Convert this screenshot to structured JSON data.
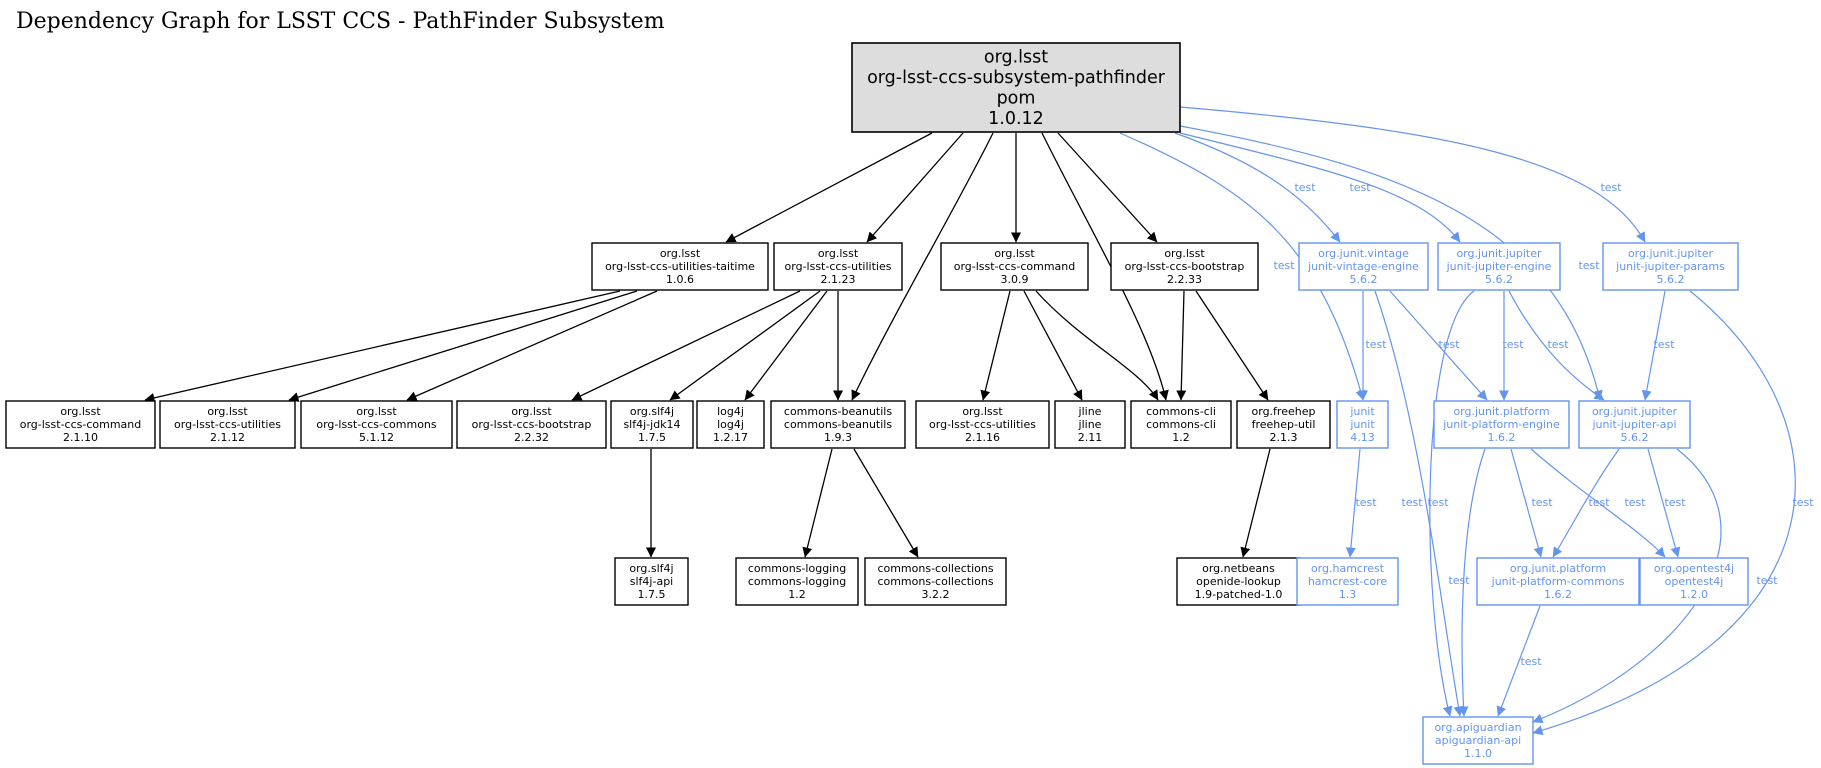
{
  "title": "Dependency Graph for LSST CCS - PathFinder Subsystem",
  "colors": {
    "compile": "#000000",
    "test": "#6495ed",
    "root_fill": "#dddddd",
    "node_fill": "#ffffff"
  },
  "nodes": [
    {
      "id": "root",
      "kind": "root",
      "lines": [
        "org.lsst",
        "org-lsst-ccs-subsystem-pathfinder",
        "pom",
        "1.0.12"
      ]
    },
    {
      "id": "taitime",
      "kind": "compile",
      "lines": [
        "org.lsst",
        "org-lsst-ccs-utilities-taitime",
        "1.0.6"
      ]
    },
    {
      "id": "util2123",
      "kind": "compile",
      "lines": [
        "org.lsst",
        "org-lsst-ccs-utilities",
        "2.1.23"
      ]
    },
    {
      "id": "command309",
      "kind": "compile",
      "lines": [
        "org.lsst",
        "org-lsst-ccs-command",
        "3.0.9"
      ]
    },
    {
      "id": "bootstrap2233",
      "kind": "compile",
      "lines": [
        "org.lsst",
        "org-lsst-ccs-bootstrap",
        "2.2.33"
      ]
    },
    {
      "id": "vintage",
      "kind": "test",
      "lines": [
        "org.junit.vintage",
        "junit-vintage-engine",
        "5.6.2"
      ]
    },
    {
      "id": "jupengine",
      "kind": "test",
      "lines": [
        "org.junit.jupiter",
        "junit-jupiter-engine",
        "5.6.2"
      ]
    },
    {
      "id": "jupparams",
      "kind": "test",
      "lines": [
        "org.junit.jupiter",
        "junit-jupiter-params",
        "5.6.2"
      ]
    },
    {
      "id": "command2110",
      "kind": "compile",
      "lines": [
        "org.lsst",
        "org-lsst-ccs-command",
        "2.1.10"
      ]
    },
    {
      "id": "util2112",
      "kind": "compile",
      "lines": [
        "org.lsst",
        "org-lsst-ccs-utilities",
        "2.1.12"
      ]
    },
    {
      "id": "commons5112",
      "kind": "compile",
      "lines": [
        "org.lsst",
        "org-lsst-ccs-commons",
        "5.1.12"
      ]
    },
    {
      "id": "bootstrap2232",
      "kind": "compile",
      "lines": [
        "org.lsst",
        "org-lsst-ccs-bootstrap",
        "2.2.32"
      ]
    },
    {
      "id": "slf4jjdk14",
      "kind": "compile",
      "lines": [
        "org.slf4j",
        "slf4j-jdk14",
        "1.7.5"
      ]
    },
    {
      "id": "log4j",
      "kind": "compile",
      "lines": [
        "log4j",
        "log4j",
        "1.2.17"
      ]
    },
    {
      "id": "beanutils",
      "kind": "compile",
      "lines": [
        "commons-beanutils",
        "commons-beanutils",
        "1.9.3"
      ]
    },
    {
      "id": "util2116",
      "kind": "compile",
      "lines": [
        "org.lsst",
        "org-lsst-ccs-utilities",
        "2.1.16"
      ]
    },
    {
      "id": "jline",
      "kind": "compile",
      "lines": [
        "jline",
        "jline",
        "2.11"
      ]
    },
    {
      "id": "cli",
      "kind": "compile",
      "lines": [
        "commons-cli",
        "commons-cli",
        "1.2"
      ]
    },
    {
      "id": "freehep",
      "kind": "compile",
      "lines": [
        "org.freehep",
        "freehep-util",
        "2.1.3"
      ]
    },
    {
      "id": "junit",
      "kind": "test",
      "lines": [
        "junit",
        "junit",
        "4.13"
      ]
    },
    {
      "id": "platengine",
      "kind": "test",
      "lines": [
        "org.junit.platform",
        "junit-platform-engine",
        "1.6.2"
      ]
    },
    {
      "id": "jupapi",
      "kind": "test",
      "lines": [
        "org.junit.jupiter",
        "junit-jupiter-api",
        "5.6.2"
      ]
    },
    {
      "id": "slf4japi",
      "kind": "compile",
      "lines": [
        "org.slf4j",
        "slf4j-api",
        "1.7.5"
      ]
    },
    {
      "id": "logging",
      "kind": "compile",
      "lines": [
        "commons-logging",
        "commons-logging",
        "1.2"
      ]
    },
    {
      "id": "collections",
      "kind": "compile",
      "lines": [
        "commons-collections",
        "commons-collections",
        "3.2.2"
      ]
    },
    {
      "id": "lookup",
      "kind": "compile",
      "lines": [
        "org.netbeans",
        "openide-lookup",
        "1.9-patched-1.0"
      ]
    },
    {
      "id": "hamcrest",
      "kind": "test",
      "lines": [
        "org.hamcrest",
        "hamcrest-core",
        "1.3"
      ]
    },
    {
      "id": "platcommons",
      "kind": "test",
      "lines": [
        "org.junit.platform",
        "junit-platform-commons",
        "1.6.2"
      ]
    },
    {
      "id": "opentest4j",
      "kind": "test",
      "lines": [
        "org.opentest4j",
        "opentest4j",
        "1.2.0"
      ]
    },
    {
      "id": "apiguardian",
      "kind": "test",
      "lines": [
        "org.apiguardian",
        "apiguardian-api",
        "1.1.0"
      ]
    }
  ],
  "edges": [
    {
      "from": "root",
      "to": "taitime",
      "kind": "compile"
    },
    {
      "from": "root",
      "to": "util2123",
      "kind": "compile"
    },
    {
      "from": "root",
      "to": "beanutils",
      "kind": "compile"
    },
    {
      "from": "root",
      "to": "command309",
      "kind": "compile"
    },
    {
      "from": "root",
      "to": "cli",
      "kind": "compile"
    },
    {
      "from": "root",
      "to": "bootstrap2233",
      "kind": "compile"
    },
    {
      "from": "root",
      "to": "junit",
      "kind": "test",
      "label": "test"
    },
    {
      "from": "root",
      "to": "vintage",
      "kind": "test",
      "label": "test"
    },
    {
      "from": "root",
      "to": "jupengine",
      "kind": "test",
      "label": "test"
    },
    {
      "from": "root",
      "to": "jupapi",
      "kind": "test",
      "label": "test"
    },
    {
      "from": "root",
      "to": "jupparams",
      "kind": "test",
      "label": "test"
    },
    {
      "from": "taitime",
      "to": "command2110",
      "kind": "compile"
    },
    {
      "from": "taitime",
      "to": "util2112",
      "kind": "compile"
    },
    {
      "from": "taitime",
      "to": "commons5112",
      "kind": "compile"
    },
    {
      "from": "util2123",
      "to": "bootstrap2232",
      "kind": "compile"
    },
    {
      "from": "util2123",
      "to": "slf4jjdk14",
      "kind": "compile"
    },
    {
      "from": "util2123",
      "to": "log4j",
      "kind": "compile"
    },
    {
      "from": "util2123",
      "to": "beanutils",
      "kind": "compile"
    },
    {
      "from": "command309",
      "to": "util2116",
      "kind": "compile"
    },
    {
      "from": "command309",
      "to": "jline",
      "kind": "compile"
    },
    {
      "from": "command309",
      "to": "cli",
      "kind": "compile"
    },
    {
      "from": "bootstrap2233",
      "to": "cli",
      "kind": "compile"
    },
    {
      "from": "bootstrap2233",
      "to": "freehep",
      "kind": "compile"
    },
    {
      "from": "slf4jjdk14",
      "to": "slf4japi",
      "kind": "compile"
    },
    {
      "from": "beanutils",
      "to": "logging",
      "kind": "compile"
    },
    {
      "from": "beanutils",
      "to": "collections",
      "kind": "compile"
    },
    {
      "from": "freehep",
      "to": "lookup",
      "kind": "compile"
    },
    {
      "from": "vintage",
      "to": "junit",
      "kind": "test",
      "label": "test"
    },
    {
      "from": "vintage",
      "to": "platengine",
      "kind": "test",
      "label": "test"
    },
    {
      "from": "vintage",
      "to": "apiguardian",
      "kind": "test",
      "label": "test"
    },
    {
      "from": "jupengine",
      "to": "platengine",
      "kind": "test",
      "label": "test"
    },
    {
      "from": "jupengine",
      "to": "jupapi",
      "kind": "test",
      "label": "test"
    },
    {
      "from": "jupengine",
      "to": "apiguardian",
      "kind": "test",
      "label": "test"
    },
    {
      "from": "jupparams",
      "to": "jupapi",
      "kind": "test",
      "label": "test"
    },
    {
      "from": "jupparams",
      "to": "apiguardian",
      "kind": "test",
      "label": "test"
    },
    {
      "from": "junit",
      "to": "hamcrest",
      "kind": "test",
      "label": "test"
    },
    {
      "from": "platengine",
      "to": "platcommons",
      "kind": "test",
      "label": "test"
    },
    {
      "from": "platengine",
      "to": "opentest4j",
      "kind": "test",
      "label": "test"
    },
    {
      "from": "platengine",
      "to": "apiguardian",
      "kind": "test",
      "label": "test"
    },
    {
      "from": "jupapi",
      "to": "platcommons",
      "kind": "test",
      "label": "test"
    },
    {
      "from": "jupapi",
      "to": "opentest4j",
      "kind": "test",
      "label": "test"
    },
    {
      "from": "jupapi",
      "to": "apiguardian",
      "kind": "test",
      "label": "test"
    },
    {
      "from": "platcommons",
      "to": "apiguardian",
      "kind": "test",
      "label": "test"
    }
  ]
}
